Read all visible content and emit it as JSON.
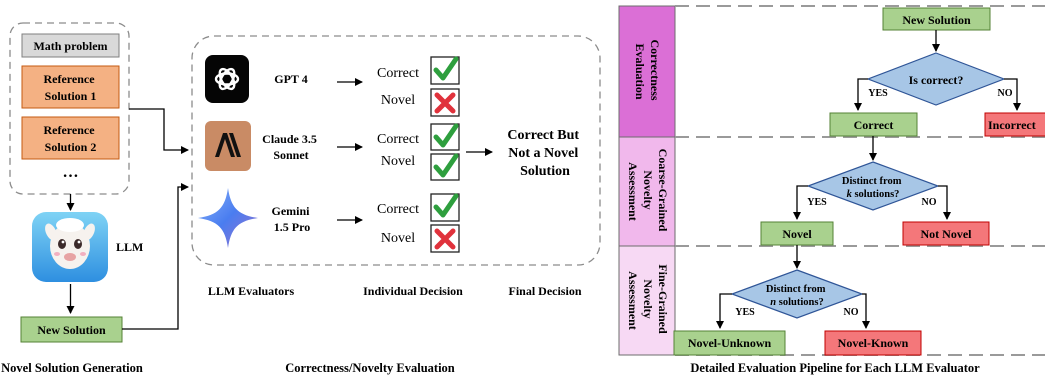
{
  "generation": {
    "math_problem": "Math problem",
    "ref1": [
      "Reference",
      "Solution 1"
    ],
    "ref2": [
      "Reference",
      "Solution 2"
    ],
    "ellipsis": "…",
    "llm_label": "LLM",
    "new_solution": "New Solution",
    "caption": "Novel Solution Generation"
  },
  "evaluation": {
    "models": [
      {
        "name": [
          "GPT 4"
        ],
        "icon": "openai-logo-icon",
        "correct": "Correct",
        "novel": "Novel",
        "correct_mark": "check",
        "novel_mark": "cross"
      },
      {
        "name": [
          "Claude 3.5",
          "Sonnet"
        ],
        "icon": "anthropic-logo-icon",
        "correct": "Correct",
        "novel": "Novel",
        "correct_mark": "check",
        "novel_mark": "check"
      },
      {
        "name": [
          "Gemini",
          "1.5 Pro"
        ],
        "icon": "gemini-star-icon",
        "correct": "Correct",
        "novel": "Novel",
        "correct_mark": "check",
        "novel_mark": "cross"
      }
    ],
    "final": [
      "Correct But",
      "Not a Novel",
      "Solution"
    ],
    "label_evaluators": "LLM Evaluators",
    "label_individual": "Individual Decision",
    "label_final": "Final Decision",
    "caption": "Correctness/Novelty Evaluation"
  },
  "pipeline": {
    "stage1": [
      "Correctness",
      "Evaluation"
    ],
    "stage2": [
      "Coarse-Grained",
      "Novelty",
      "Assessment"
    ],
    "stage3": [
      "Fine-Grained",
      "Novelty",
      "Assessment"
    ],
    "new_solution": "New Solution",
    "q1": "Is correct?",
    "q2": [
      "Distinct from",
      "k",
      " solutions?"
    ],
    "q3": [
      "Distinct from",
      "n",
      " solutions?"
    ],
    "yes": "YES",
    "no": "NO",
    "correct": "Correct",
    "incorrect": "Incorrect",
    "novel": "Novel",
    "not_novel": "Not Novel",
    "novel_unknown": "Novel-Unknown",
    "novel_known": "Novel-Known",
    "caption": "Detailed Evaluation Pipeline for Each LLM Evaluator"
  },
  "colors": {
    "orange_box": "#f4b183",
    "green_box": "#a9d18e",
    "red_box": "#f4777a",
    "diamond": "#a7c6e6",
    "stage1": "#db6fd6",
    "stage2": "#f1b8ec",
    "stage3": "#f7d9f4",
    "check": "#2e9f3e",
    "cross": "#e0323c"
  }
}
